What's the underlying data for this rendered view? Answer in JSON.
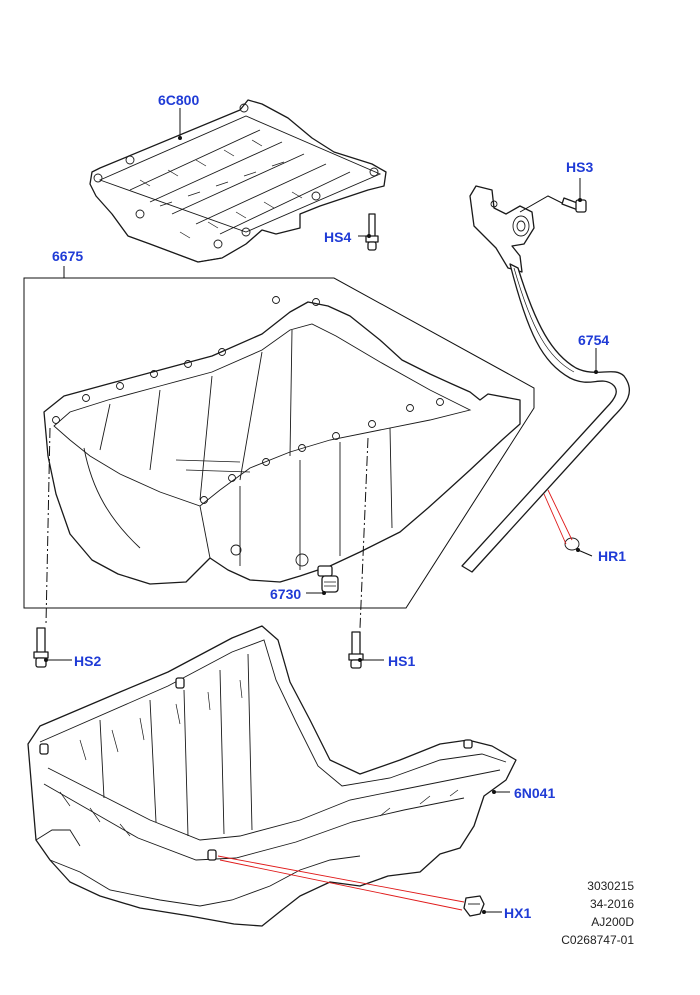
{
  "colors": {
    "label": "#1f3bd6",
    "lines": "#1a1a1a",
    "highlight": "#e01b1b",
    "background": "#ffffff"
  },
  "parts": {
    "p6c800": "6C800",
    "hs4": "HS4",
    "hs3": "HS3",
    "p6675": "6675",
    "p6754": "6754",
    "hr1": "HR1",
    "p6730": "6730",
    "hs2": "HS2",
    "hs1": "HS1",
    "p6n041": "6N041",
    "hx1": "HX1"
  },
  "reference": {
    "line1": "3030215",
    "line2": "34-2016",
    "line3": "AJ200D",
    "line4": "C0268747-01"
  }
}
